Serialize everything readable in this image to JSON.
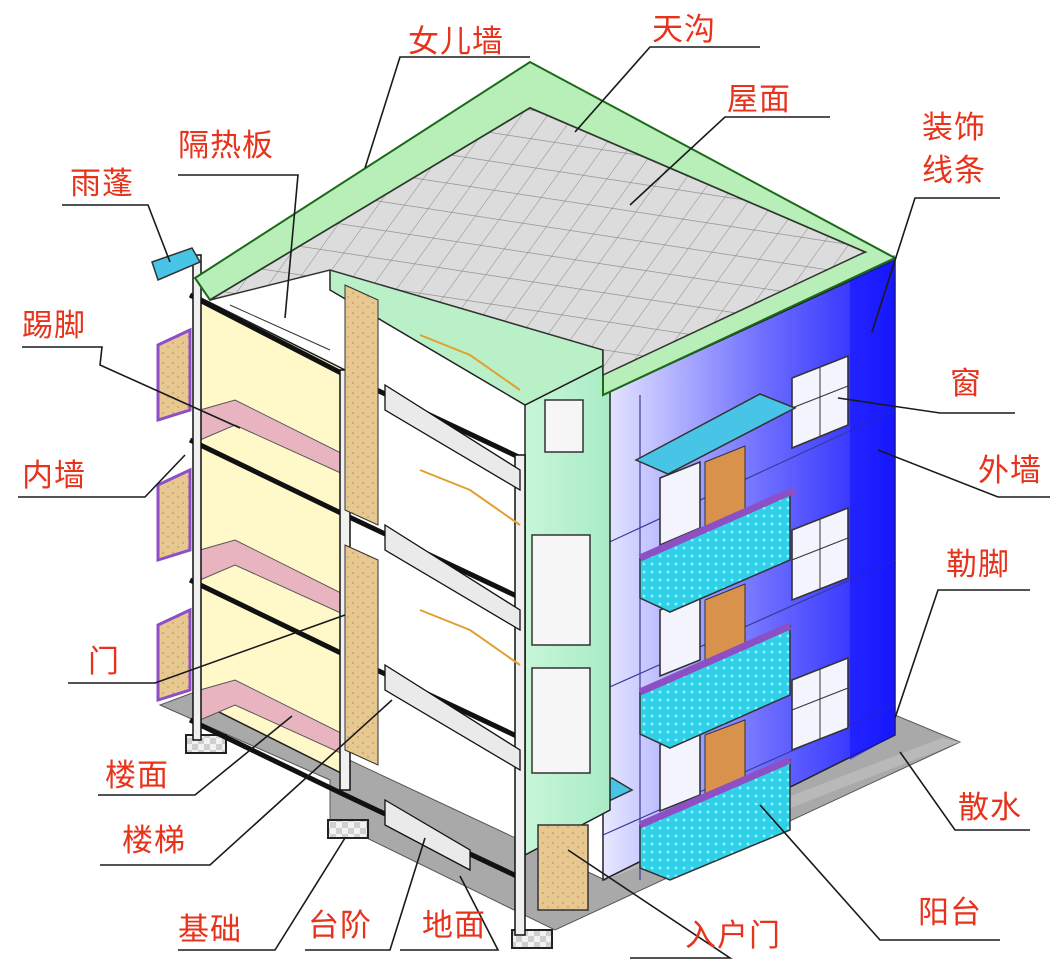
{
  "labels": {
    "nv_er_qiang": "女儿墙",
    "tian_gou": "天沟",
    "wu_mian": "屋面",
    "ge_re_ban": "隔热板",
    "zhuang_shi_1": "装饰",
    "zhuang_shi_2": "线条",
    "yu_peng": "雨蓬",
    "ti_jiao": "踢脚",
    "chuang": "窗",
    "wai_qiang": "外墙",
    "nei_qiang": "内墙",
    "le_jiao": "勒脚",
    "men": "门",
    "lou_mian": "楼面",
    "san_shui": "散水",
    "lou_ti": "楼梯",
    "yang_tai": "阳台",
    "ji_chu": "基础",
    "tai_jie": "台阶",
    "di_mian": "地面",
    "ru_hu_men": "入户门"
  },
  "colors": {
    "label_text": "#e8331c",
    "leader_line": "#1a1a1a",
    "parapet": "#b8eeb8",
    "roof_tile": "#dcdcdc",
    "roof_grid": "#8a8a8a",
    "facade_blue": "#3b3bff",
    "stair_core": "#b9f0c8",
    "room_yellow": "#fff8c8",
    "floor_pink": "#e8b4c0",
    "canopy_cyan": "#48c4e6",
    "balcony_purple": "#8d4fc4",
    "ground_gray": "#a9a9a9",
    "slab_black": "#111111"
  }
}
